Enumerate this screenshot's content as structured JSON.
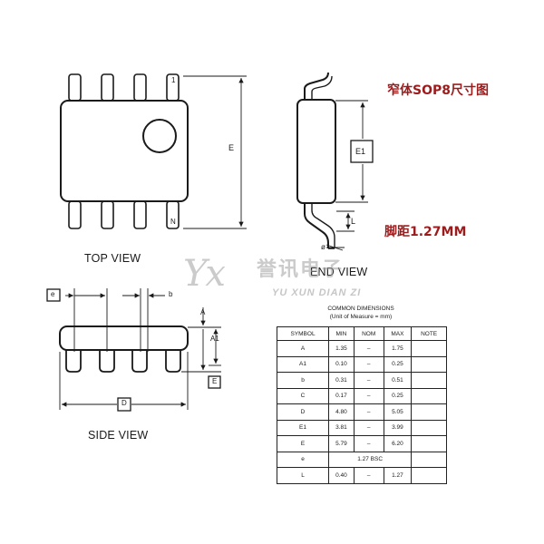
{
  "texts": {
    "top_view": "TOP VIEW",
    "end_view": "END VIEW",
    "side_view": "SIDE VIEW",
    "title_cn": "窄体SOP8尺寸图",
    "pitch_cn": "脚距1.27MM",
    "pin1": "1",
    "pinN": "N",
    "label_E": "E",
    "label_E1": "E1",
    "label_L": "L",
    "label_phi": "ø",
    "label_e": "e",
    "label_b": "b",
    "label_A": "A",
    "label_A1": "A1",
    "label_D": "D"
  },
  "watermark": {
    "logo": "Yx",
    "chinese": "誉讯电子",
    "english": "YU XUN DIAN ZI"
  },
  "table": {
    "title_line1": "COMMON DIMENSIONS",
    "title_line2": "(Unit of Measure = mm)",
    "headers": [
      "SYMBOL",
      "MIN",
      "NOM",
      "MAX",
      "NOTE"
    ],
    "rows": [
      [
        "A",
        "1.35",
        "–",
        "1.75",
        ""
      ],
      [
        "A1",
        "0.10",
        "–",
        "0.25",
        ""
      ],
      [
        "b",
        "0.31",
        "–",
        "0.51",
        ""
      ],
      [
        "C",
        "0.17",
        "–",
        "0.25",
        ""
      ],
      [
        "D",
        "4.80",
        "–",
        "5.05",
        ""
      ],
      [
        "E1",
        "3.81",
        "–",
        "3.99",
        ""
      ],
      [
        "E",
        "5.79",
        "–",
        "6.20",
        ""
      ]
    ],
    "row_e": {
      "symbol": "e",
      "value": "1.27 BSC"
    },
    "row_L": [
      "L",
      "0.40",
      "–",
      "1.27",
      ""
    ]
  },
  "colors": {
    "line": "#1a1a1a",
    "red_text": "#9b1c1c",
    "watermark": "#a0a0a0"
  }
}
